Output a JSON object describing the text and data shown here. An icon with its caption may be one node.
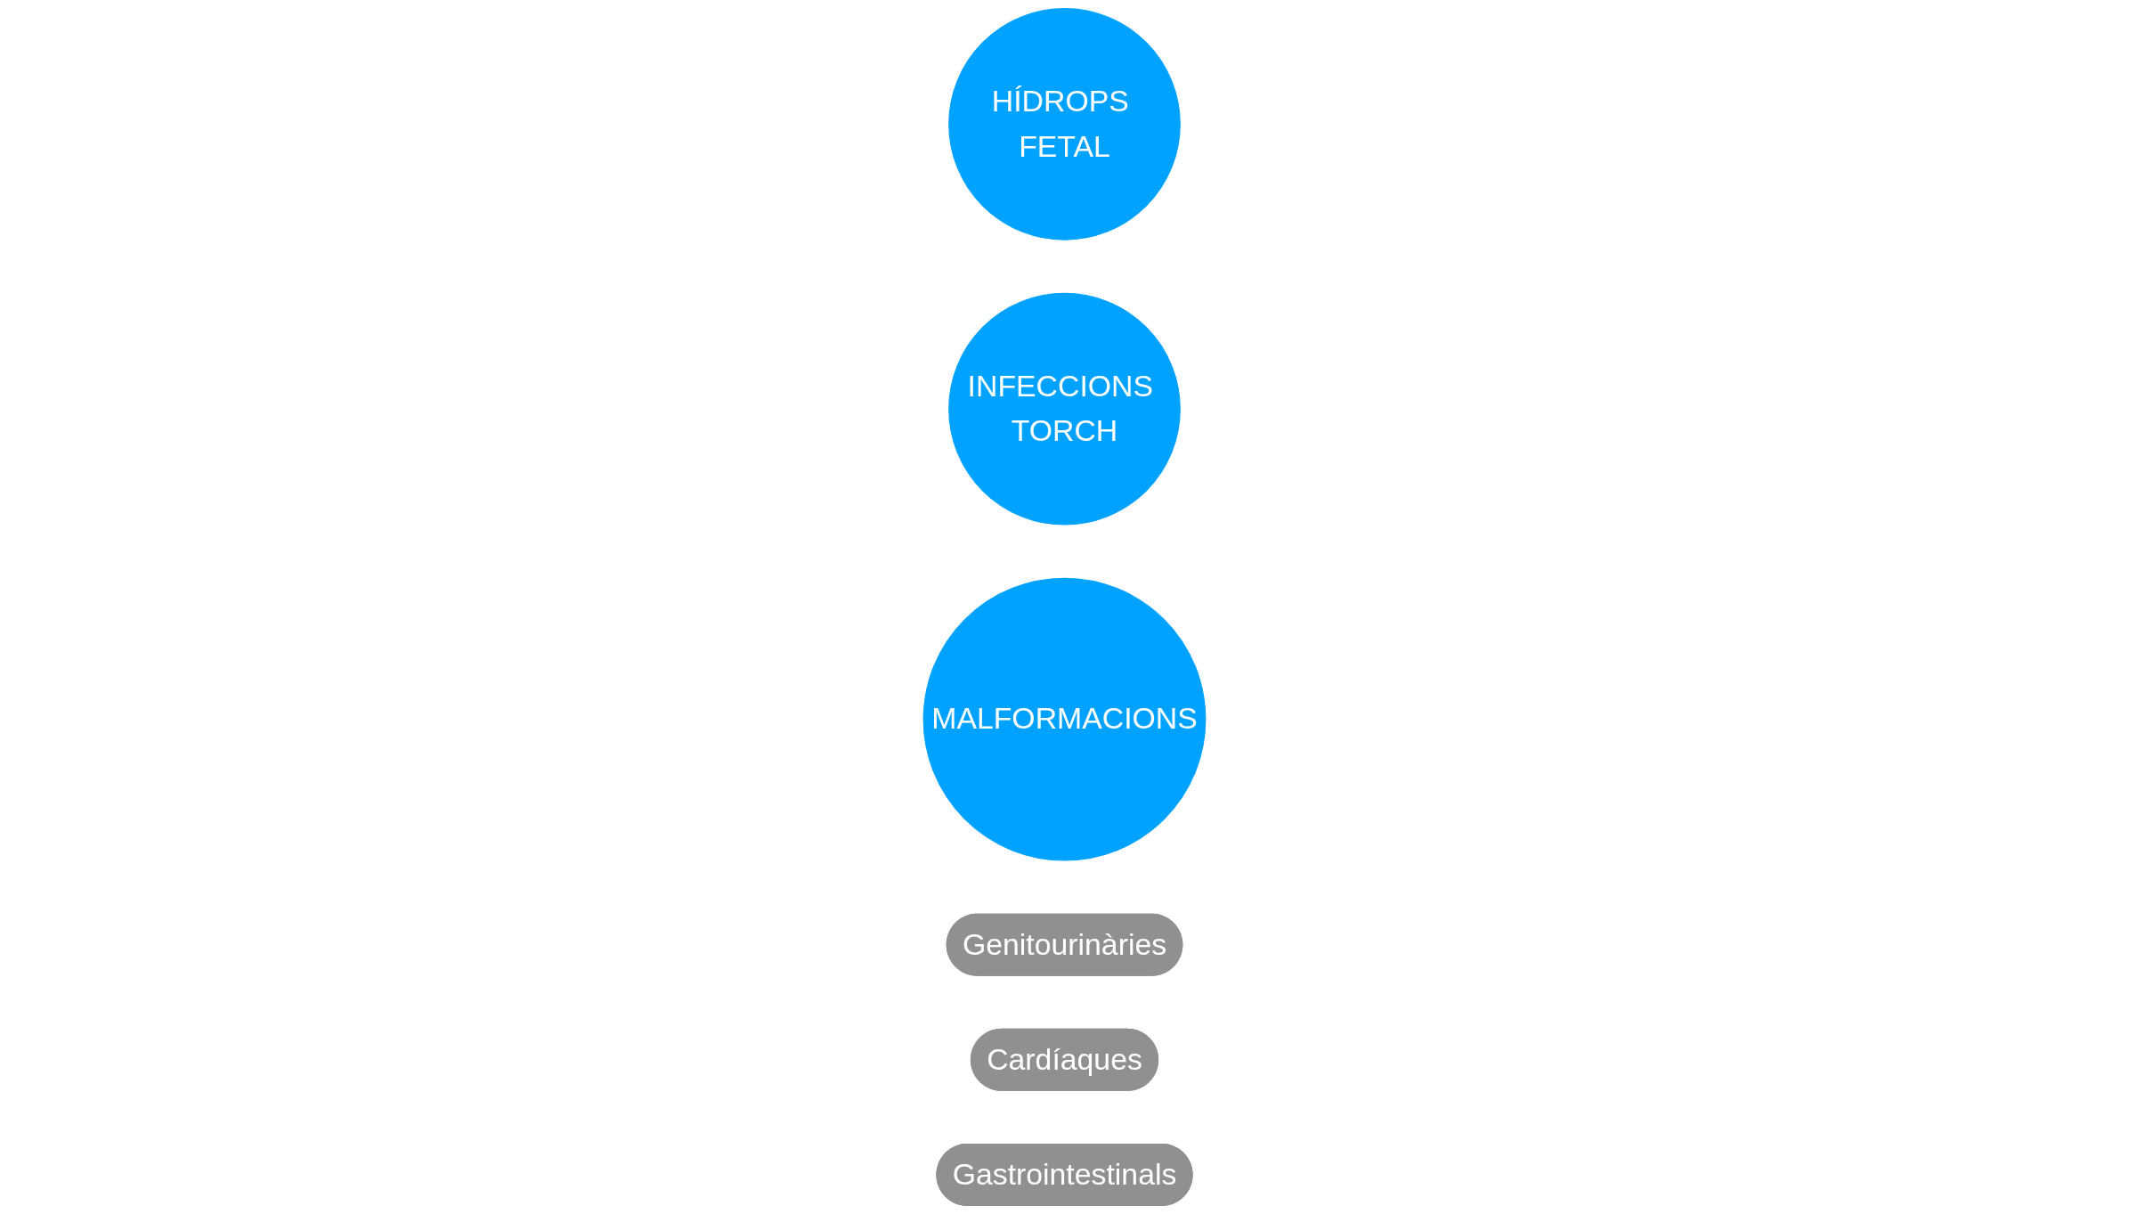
{
  "diagram": {
    "nodes": [
      {
        "text": [
          "HÍDROPS FETAL"
        ]
      },
      {
        "text": [
          "INFECCIONS TORCH"
        ]
      },
      {
        "text": [
          "MALFORMACIONS"
        ]
      },
      {
        "text": [
          "Genitourinàries"
        ]
      },
      {
        "text": [
          "Cardíaques"
        ]
      },
      {
        "text": [
          "Gastrointestinals"
        ]
      }
    ]
  }
}
